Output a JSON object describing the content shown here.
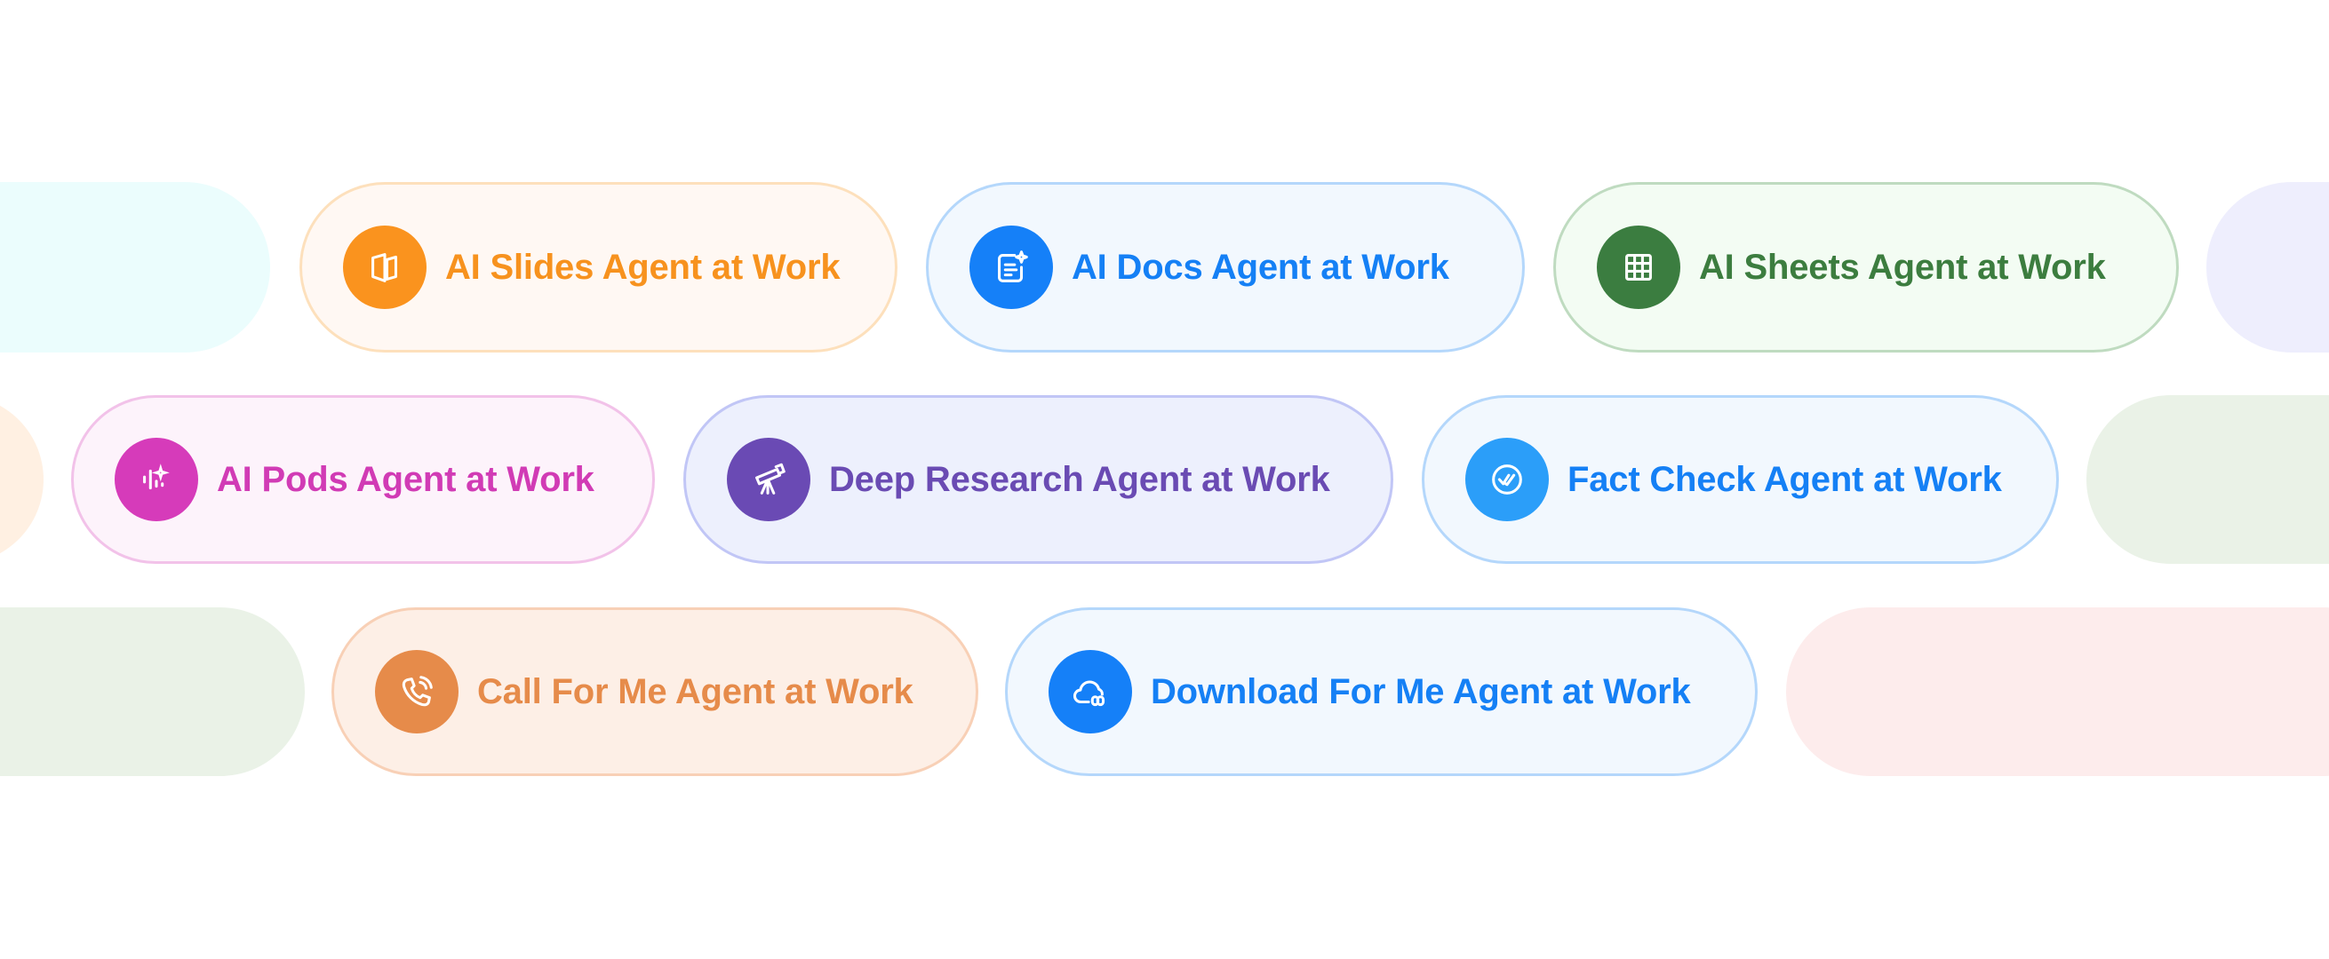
{
  "rows": [
    {
      "ghost_left": {
        "color": "#ebfdfd"
      },
      "pills": [
        {
          "label": "AI Slides Agent at Work",
          "icon": "slides-icon",
          "text_color": "#f7921e",
          "icon_bg": "#fa931e",
          "bg": "#fff8f3",
          "border": "#fde0bc"
        },
        {
          "label": "AI Docs Agent at Work",
          "icon": "docs-icon",
          "text_color": "#1580f5",
          "icon_bg": "#1580f8",
          "bg": "#f2f8fe",
          "border": "#b4d7fb"
        },
        {
          "label": "AI Sheets Agent at Work",
          "icon": "sheets-icon",
          "text_color": "#3c7d3f",
          "icon_bg": "#3b7d40",
          "bg": "#f3fcf3",
          "border": "#bfdbc0"
        }
      ],
      "ghost_right": {
        "color": "#eeeefd"
      }
    },
    {
      "ghost_left": {
        "color": "#fff0e2"
      },
      "pills": [
        {
          "label": "AI Pods Agent at Work",
          "icon": "pods-icon",
          "text_color": "#d13bb5",
          "icon_bg": "#d63bba",
          "bg": "#fdf3fb",
          "border": "#f2c2e9"
        },
        {
          "label": "Deep Research Agent at Work",
          "icon": "telescope-icon",
          "text_color": "#6a4bb3",
          "icon_bg": "#6a4ab4",
          "bg": "#edf0fd",
          "border": "#c1c6f6"
        },
        {
          "label": "Fact Check Agent at Work",
          "icon": "fact-check-icon",
          "text_color": "#1580f5",
          "icon_bg": "#2b9ef9",
          "bg": "#f2f8fe",
          "border": "#b4d7fb"
        }
      ],
      "ghost_right": {
        "color": "#eaf2e7"
      }
    },
    {
      "ghost_left": {
        "color": "#eaf2e7"
      },
      "pills": [
        {
          "label": "Call For Me Agent at Work",
          "icon": "phone-call-icon",
          "text_color": "#e68b4a",
          "icon_bg": "#e68b4a",
          "bg": "#fdefe6",
          "border": "#f8d0b6"
        },
        {
          "label": "Download For Me Agent at Work",
          "icon": "cloud-download-icon",
          "text_color": "#1580f5",
          "icon_bg": "#1580f8",
          "bg": "#f2f8fe",
          "border": "#b4d7fb"
        }
      ],
      "ghost_right": {
        "color": "#fdecec"
      }
    }
  ]
}
